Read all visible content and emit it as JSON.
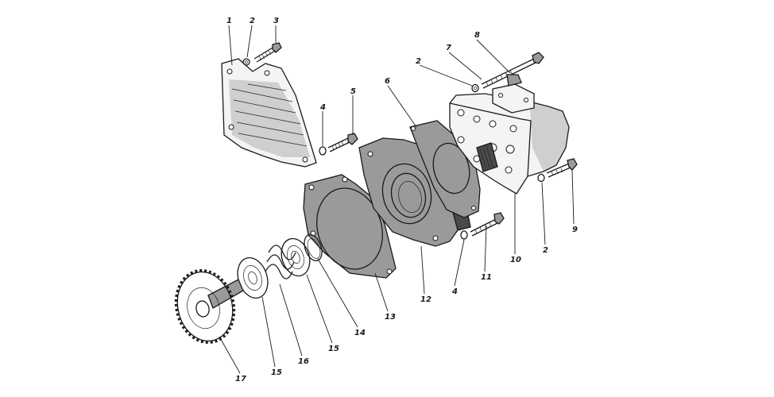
{
  "callouts": [
    {
      "id": "c1",
      "text": "1"
    },
    {
      "id": "c2a",
      "text": "2"
    },
    {
      "id": "c3",
      "text": "3"
    },
    {
      "id": "c8",
      "text": "8"
    },
    {
      "id": "c7",
      "text": "7"
    },
    {
      "id": "c2b",
      "text": "2"
    },
    {
      "id": "c6",
      "text": "6"
    },
    {
      "id": "c5",
      "text": "5"
    },
    {
      "id": "c4a",
      "text": "4"
    },
    {
      "id": "c9",
      "text": "9"
    },
    {
      "id": "c2c",
      "text": "2"
    },
    {
      "id": "c10",
      "text": "10"
    },
    {
      "id": "c11",
      "text": "11"
    },
    {
      "id": "c4b",
      "text": "4"
    },
    {
      "id": "c12",
      "text": "12"
    },
    {
      "id": "c13",
      "text": "13"
    },
    {
      "id": "c14",
      "text": "14"
    },
    {
      "id": "c15a",
      "text": "15"
    },
    {
      "id": "c16",
      "text": "16"
    },
    {
      "id": "c15b",
      "text": "15"
    },
    {
      "id": "c17",
      "text": "17"
    }
  ]
}
